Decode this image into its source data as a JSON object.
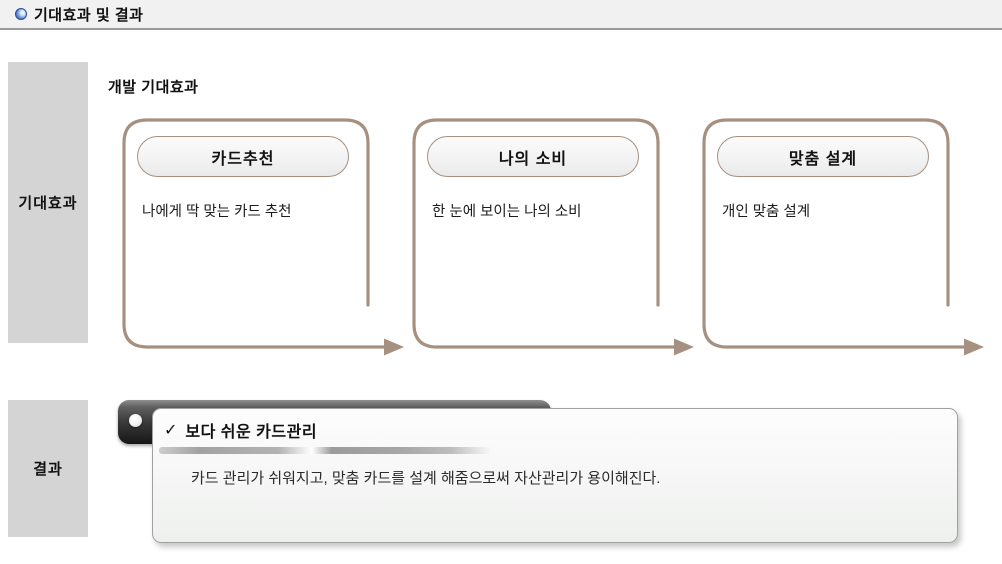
{
  "header": {
    "title": "기대효과 및 결과"
  },
  "sidebar": {
    "expected_label": "기대효과",
    "result_label": "결과"
  },
  "main": {
    "section_title": "개발 기대효과",
    "cards": [
      {
        "title": "카드추천",
        "description": "나에게 딱 맞는 카드 추천"
      },
      {
        "title": "나의 소비",
        "description": "한 눈에 보이는 나의 소비"
      },
      {
        "title": "맞춤 설계",
        "description": "개인 맞춤 설계"
      }
    ]
  },
  "result": {
    "check_icon": "✓",
    "title": "보다 쉬운 카드관리",
    "body": "카드 관리가 쉬워지고, 맞춤 카드를 설계 해줌으로써 자산관리가 용이해진다."
  },
  "colors": {
    "accent_brown": "#a69181",
    "sidebar_gray": "#d4d4d4",
    "header_gray": "#f1f1f1",
    "header_border": "#9a9a9a",
    "dark_bar_top": "#8f8f8f",
    "dark_bar_bottom": "#161616",
    "callout_border": "#a0a0a0"
  }
}
